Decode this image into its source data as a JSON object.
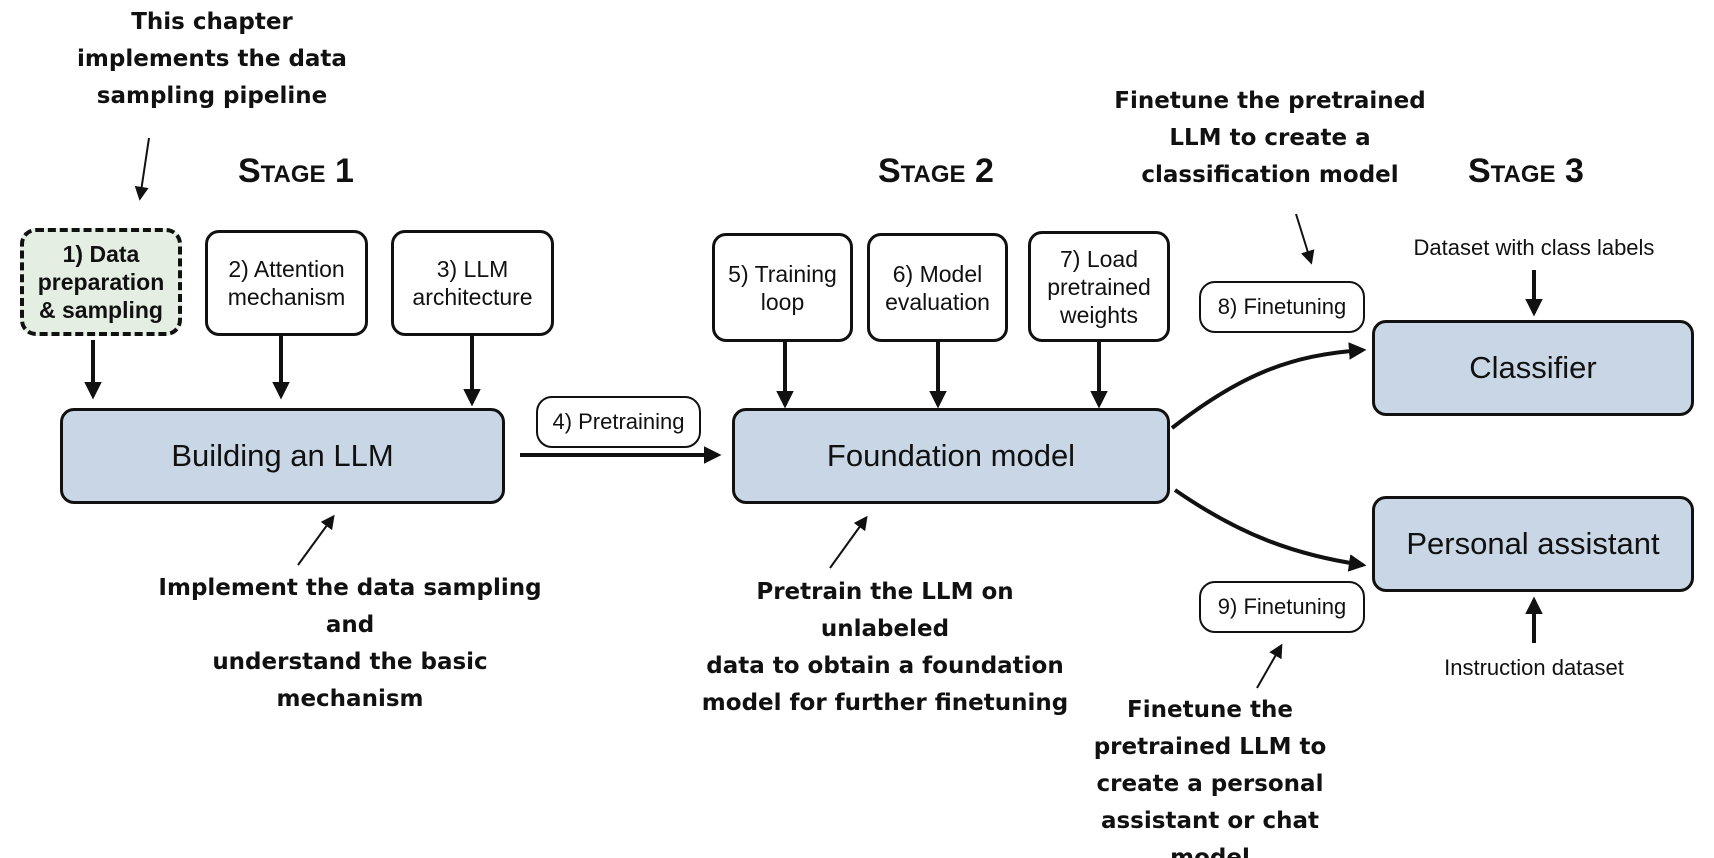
{
  "stages": {
    "stage1": "Stage 1",
    "stage2": "Stage 2",
    "stage3": "Stage 3"
  },
  "notes": {
    "chapter": "This chapter\nimplements the data\nsampling pipeline",
    "finetune_classification": "Finetune the pretrained\nLLM to create a\nclassification model",
    "implement_sampling": "Implement the data sampling and\nunderstand the basic mechanism",
    "pretrain_unlabeled": "Pretrain the LLM on unlabeled\ndata to obtain a foundation\nmodel for further finetuning",
    "finetune_assistant": "Finetune the\npretrained LLM to\ncreate a personal\nassistant or chat model"
  },
  "steps": {
    "s1": "1) Data\npreparation\n& sampling",
    "s2": "2) Attention\nmechanism",
    "s3": "3) LLM\narchitecture",
    "s4": "4) Pretraining",
    "s5": "5) Training\nloop",
    "s6": "6) Model\nevaluation",
    "s7": "7) Load\npretrained\nweights",
    "s8": "8) Finetuning",
    "s9": "9) Finetuning"
  },
  "main_boxes": {
    "building": "Building an LLM",
    "foundation": "Foundation model",
    "classifier": "Classifier",
    "assistant": "Personal assistant"
  },
  "inputs": {
    "class_labels": "Dataset with class labels",
    "instruction": "Instruction dataset"
  },
  "colors": {
    "main_fill": "#c8d6e5",
    "highlight_fill": "#e4eee3",
    "stroke": "#111111"
  }
}
